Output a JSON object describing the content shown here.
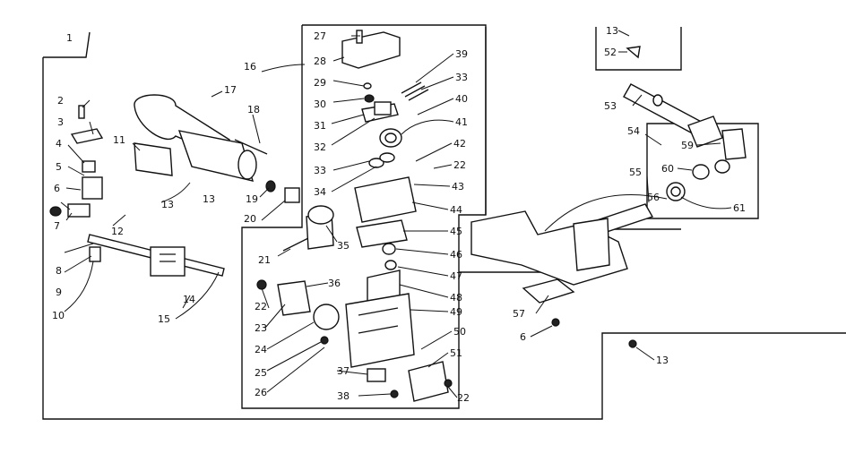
{
  "diagram": {
    "callouts": [
      "1",
      "2",
      "3",
      "4",
      "5",
      "6",
      "7",
      "8",
      "9",
      "10",
      "11",
      "12",
      "13",
      "14",
      "15",
      "16",
      "17",
      "18",
      "19",
      "20",
      "21",
      "22",
      "23",
      "24",
      "25",
      "26",
      "27",
      "28",
      "29",
      "30",
      "31",
      "32",
      "33",
      "34",
      "35",
      "36",
      "37",
      "38",
      "39",
      "40",
      "41",
      "42",
      "22",
      "43",
      "44",
      "45",
      "46",
      "47",
      "48",
      "49",
      "50",
      "51",
      "22",
      "13",
      "52",
      "53",
      "54",
      "59",
      "60",
      "55",
      "56",
      "61",
      "57",
      "6",
      "13",
      "33",
      "13"
    ]
  }
}
